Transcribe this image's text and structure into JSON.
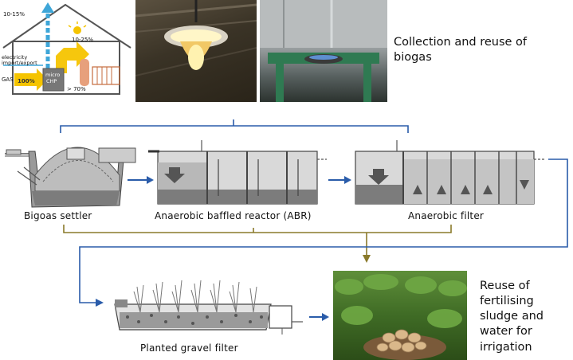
{
  "house": {
    "pct_top": "10-15%",
    "pct_light": "10-25%",
    "electricity_label": "electricity",
    "import_export_label": "import/export",
    "gas_label": "GAS",
    "gas_pct": "100%",
    "chp_line1": "micro",
    "chp_line2": "CHP",
    "heat_pct": "> 70%"
  },
  "collection_text": "Collection and reuse of biogas",
  "stages": {
    "settler": "Bigoas settler",
    "abr": "Anaerobic baffled reactor (ABR)",
    "filter": "Anaerobic filter",
    "gravel": "Planted gravel filter"
  },
  "reuse_text": [
    "Reuse of",
    "fertilising",
    "sludge and",
    "water for",
    "irrigation"
  ],
  "colors": {
    "flow_arrow": "#2a5caa",
    "bracket_blue": "#2a5caa",
    "bracket_olive": "#8a7a2a",
    "heat_arrow": "#f5c400",
    "tank_gray": "#b8b8b8",
    "sludge": "#7c7c7c"
  },
  "icons": [
    "lamp-icon",
    "bulb-icon",
    "up-arrow-icon",
    "heat-arrow-icon"
  ]
}
